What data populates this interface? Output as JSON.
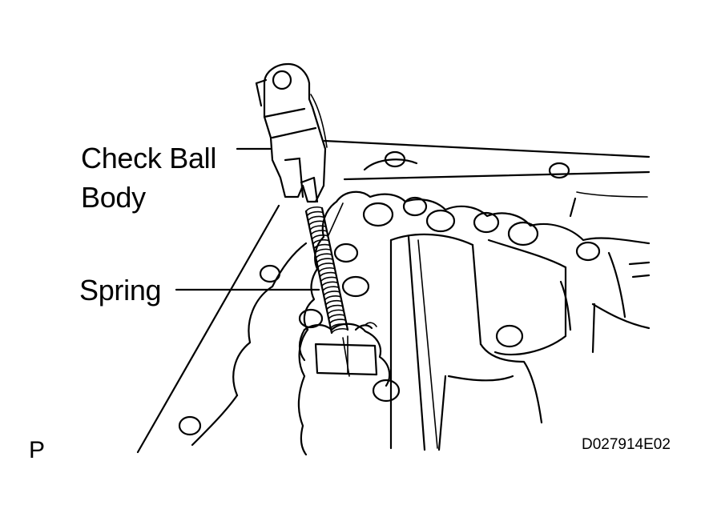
{
  "figure": {
    "callouts": {
      "check_ball_body_line1": "Check Ball",
      "check_ball_body_line2": "Body",
      "spring": "Spring"
    },
    "view_mark": "P",
    "figure_code": "D027914E02"
  }
}
